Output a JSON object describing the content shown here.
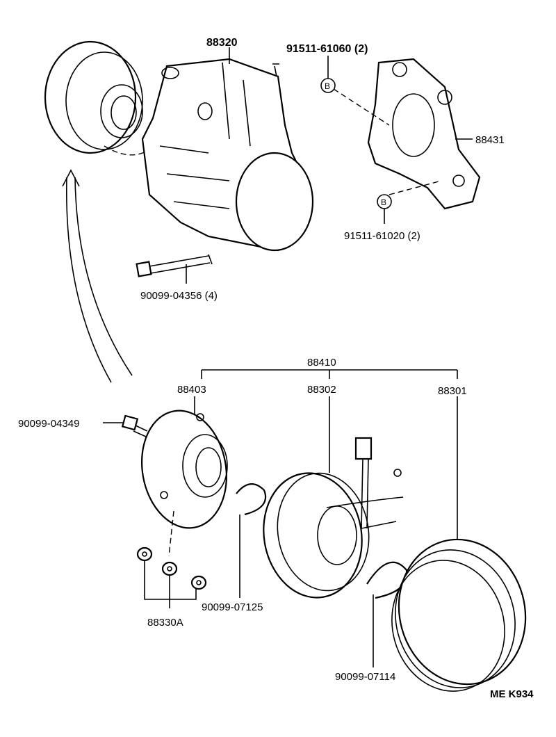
{
  "diagram": {
    "labels": {
      "compressor": "88320",
      "bolt_b_top": "91511-61060 (2)",
      "bracket": "88431",
      "bolt_b_bottom": "91511-61020 (2)",
      "compressor_bolt": "90099-04356 (4)",
      "clutch_assy": "88410",
      "pressure_plate": "88403",
      "stator": "88302",
      "pulley": "88301",
      "plate_bolt": "90099-04349",
      "snap_ring_small": "90099-07125",
      "shims": "88330A",
      "snap_ring_large": "90099-07114",
      "callout_b": "B",
      "drawing_code": "ME K934"
    }
  }
}
